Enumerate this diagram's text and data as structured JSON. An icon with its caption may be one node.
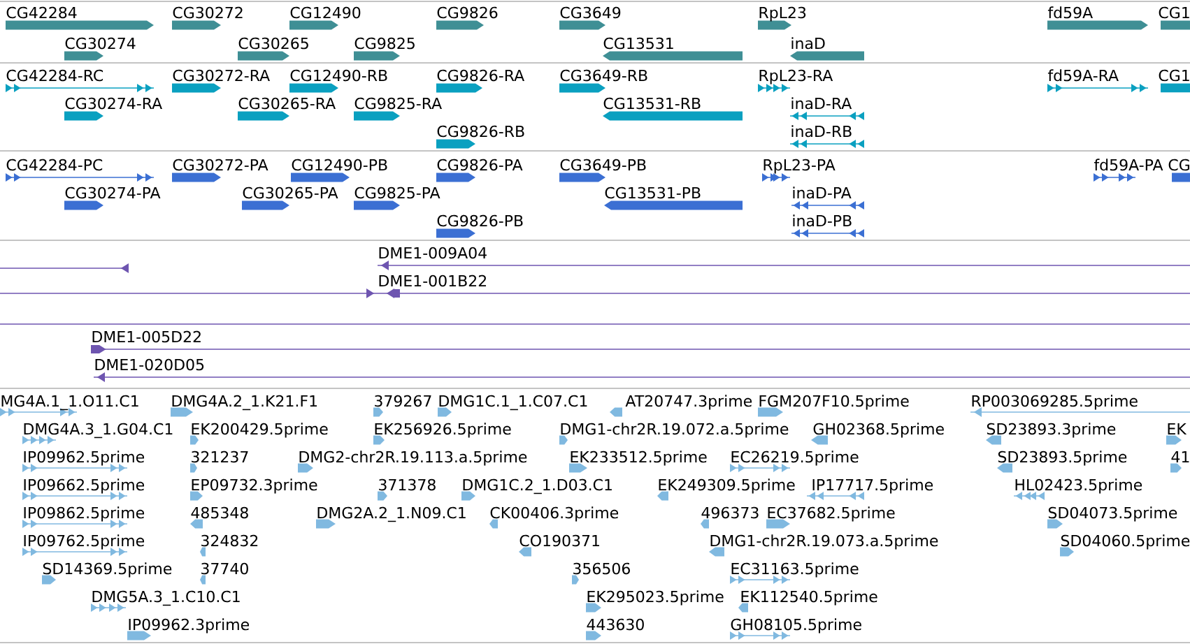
{
  "diagram": {
    "labels": [
      "CG42284",
      "CG30272",
      "CG12490",
      "CG9826",
      "CG3649",
      "RpL23",
      "fd59A",
      "CG1",
      "CG30274",
      "CG30265",
      "CG9825",
      "CG13531",
      "inaD",
      "CG42284-RC",
      "CG30272-RA",
      "CG12490-RB",
      "CG9826-RA",
      "CG3649-RB",
      "RpL23-RA",
      "fd59A-RA",
      "CG1",
      "CG30274-RA",
      "CG30265-RA",
      "CG9825-RA",
      "CG13531-RB",
      "inaD-RA",
      "CG9826-RB",
      "inaD-RB",
      "CG42284-PC",
      "CG30272-PA",
      "CG12490-PB",
      "CG9826-PA",
      "CG3649-PB",
      "RpL23-PA",
      "fd59A-PA",
      "CG",
      "CG30274-PA",
      "CG30265-PA",
      "CG9825-PA",
      "CG13531-PB",
      "inaD-PA",
      "CG9826-PB",
      "inaD-PB",
      "DME1-009A04",
      "DME1-001B22",
      "DME1-005D22",
      "DME1-020D05",
      "MG4A.1_1.O11.C1",
      "DMG4A.2_1.K21.F1",
      "379267",
      "DMG1C.1_1.C07.C1",
      "AT20747.3prime",
      "FGM207F10.5prime",
      "RP003069285.5prime",
      "DMG4A.3_1.G04.C1",
      "EK200429.5prime",
      "EK256926.5prime",
      "DMG1-chr2R.19.072.a.5prime",
      "GH02368.5prime",
      "SD23893.3prime",
      "EK",
      "IP09962.5prime",
      "321237",
      "DMG2-chr2R.19.113.a.5prime",
      "EK233512.5prime",
      "EC26219.5prime",
      "SD23893.5prime",
      "41",
      "IP09662.5prime",
      "EP09732.3prime",
      "371378",
      "DMG1C.2_1.D03.C1",
      "EK249309.5prime",
      "IP17717.5prime",
      "HL02423.5prime",
      "IP09862.5prime",
      "485348",
      "DMG2A.2_1.N09.C1",
      "CK00406.3prime",
      "496373",
      "EC37682.5prime",
      "SD04073.5prime",
      "IP09762.5prime",
      "324832",
      "CO190371",
      "DMG1-chr2R.19.073.a.5prime",
      "SD04060.5prime",
      "SD14369.5prime",
      "37740",
      "356506",
      "EC31163.5prime",
      "DMG5A.3_1.C10.C1",
      "EK295023.5prime",
      "EK112540.5prime",
      "IP09962.3prime",
      "443630",
      "GH08105.5prime"
    ]
  }
}
